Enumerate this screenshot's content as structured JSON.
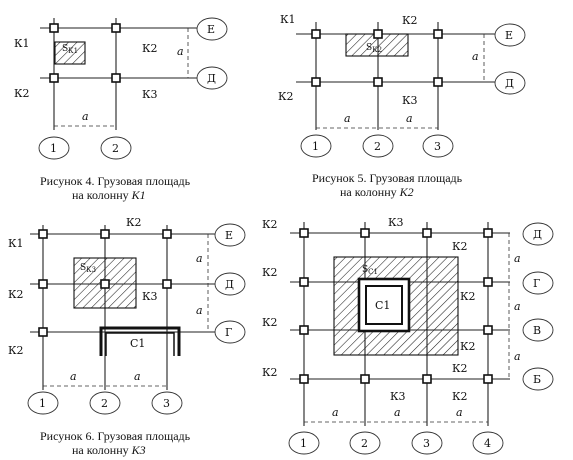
{
  "f4": {
    "caption1": "Рисунок 4. Грузовая площадь",
    "caption2": "на колонну",
    "caption_col": "К1",
    "k1": "К1",
    "k2_left": "К2",
    "k2_top": "К2",
    "k3": "К3",
    "area_S": "S",
    "area_sub": "К1",
    "dim_a_v": "а",
    "dim_a_h": "а",
    "axes": [
      "Е",
      "Д",
      "1",
      "2"
    ]
  },
  "f5": {
    "caption1": "Рисунок 5. Грузовая площадь",
    "caption2": "на колонну",
    "caption_col": "К2",
    "k1": "К1",
    "k2_top": "К2",
    "k2_left": "К2",
    "k3": "К3",
    "area_S": "S",
    "area_sub": "К2",
    "dim_a_v": "а",
    "dim_a_h1": "а",
    "dim_a_h2": "а",
    "axes": [
      "Е",
      "Д",
      "1",
      "2",
      "3"
    ]
  },
  "f6": {
    "caption1": "Рисунок 6. Грузовая площадь",
    "caption2": "на колонну",
    "caption_col": "К3",
    "k1_top": "К1",
    "k2_mid": "К2",
    "k2_top": "К2",
    "k2_bottom": "К2",
    "k3": "К3",
    "area_S": "S",
    "area_sub": "К3",
    "c1": "С1",
    "dim_a_v1": "а",
    "dim_a_v2": "а",
    "dim_a_h1": "а",
    "dim_a_h2": "а",
    "axes": [
      "Е",
      "Д",
      "Г",
      "1",
      "2",
      "3"
    ]
  },
  "f7": {
    "labels_left": [
      "К2",
      "К2",
      "К2",
      "К2"
    ],
    "k3_top": "К3",
    "k3_bottom": "К3",
    "k2_right": [
      "К2",
      "К2",
      "К2",
      "К2",
      "К2"
    ],
    "area_S": "S",
    "area_sub": "С1",
    "c1": "С1",
    "dim_a_v": [
      "а",
      "а",
      "а"
    ],
    "dim_a_h": [
      "а",
      "а",
      "а"
    ],
    "axes": [
      "Д",
      "Г",
      "В",
      "Б",
      "1",
      "2",
      "3",
      "4"
    ]
  }
}
